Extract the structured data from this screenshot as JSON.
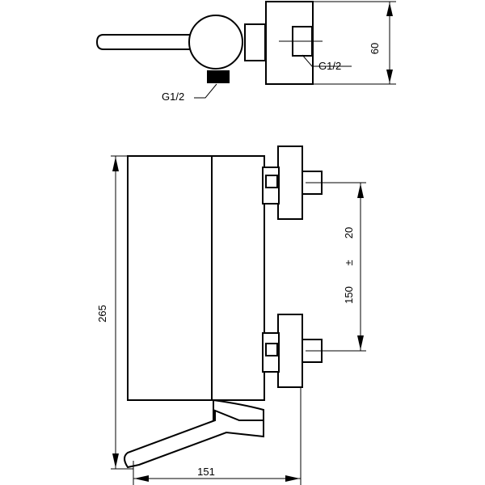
{
  "top_view": {
    "connection_label": "G1/2",
    "inlet_label": "G1/2",
    "depth_dim": "60"
  },
  "side_view": {
    "height_dim": "265",
    "projection_dim": "151",
    "spacing_dim": "150",
    "tolerance_sign": "±",
    "tolerance_value": "20"
  }
}
